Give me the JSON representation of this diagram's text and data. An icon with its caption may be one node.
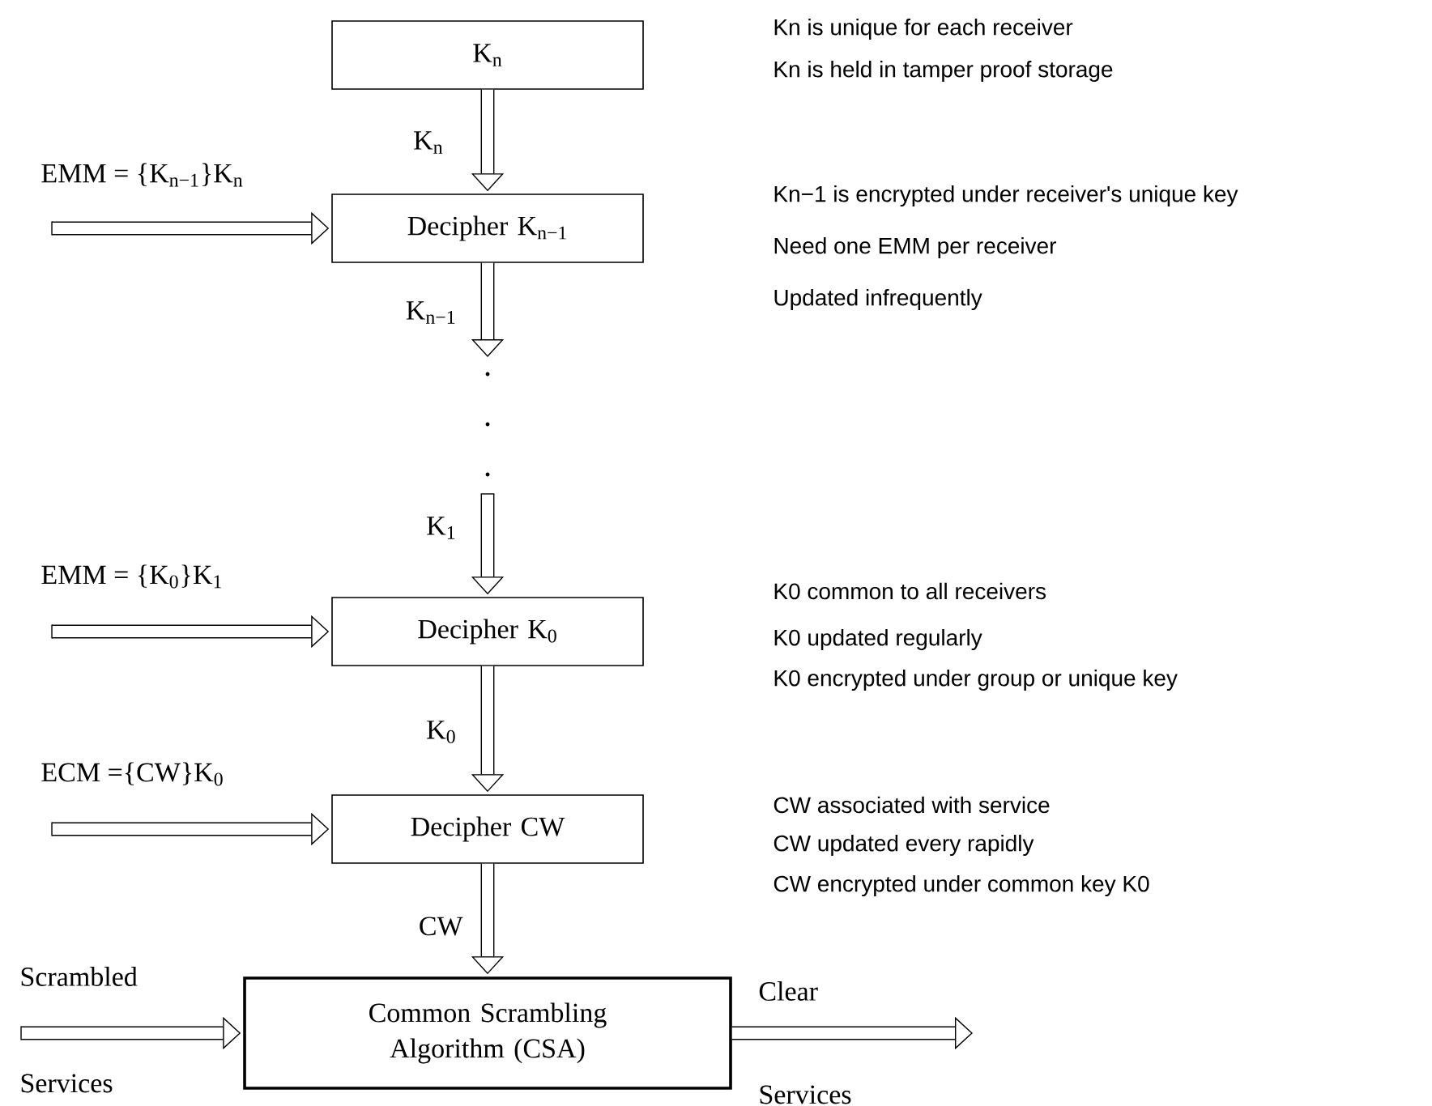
{
  "diagram": {
    "nodes": [
      {
        "text": [
          "K$_{n}$"
        ]
      },
      {
        "text": [
          "Decipher K$_{n−1}$"
        ]
      },
      {
        "text": [
          "Decipher K$_{0}$"
        ]
      },
      {
        "text": [
          "Decipher CW"
        ]
      },
      {
        "text": [
          "Common Scrambling Algorithm (CSA)"
        ]
      }
    ],
    "edges": [
      {
        "from": 0,
        "to": 1,
        "arrow": "to",
        "label": "K$_{n}$"
      },
      {
        "from": null,
        "to": 1,
        "arrow": "to",
        "label": "EMM = {K$_{n−1}$}K$_{n}$"
      },
      {
        "from": 1,
        "to": null,
        "arrow": "to",
        "label": "K$_{n−1}$"
      },
      {
        "from": null,
        "to": 2,
        "arrow": "to",
        "label": "K$_{1}$"
      },
      {
        "from": null,
        "to": 2,
        "arrow": "to",
        "label": "EMM = {K$_{0}$}K$_{1}$"
      },
      {
        "from": 2,
        "to": 3,
        "arrow": "to",
        "label": "K$_{0}$"
      },
      {
        "from": null,
        "to": 3,
        "arrow": "to",
        "label": "ECM ={CW}K$_{0}$"
      },
      {
        "from": 3,
        "to": 4,
        "arrow": "to",
        "label": "CW"
      },
      {
        "from": null,
        "to": 4,
        "arrow": "to"
      },
      {
        "from": 4,
        "to": null,
        "arrow": "to"
      }
    ],
    "labels": [
      "Kn is unique for each receiver",
      "Kn is held in tamper proof storage",
      "Kn−1 is encrypted under receiver's unique key",
      "Need one EMM per receiver",
      "Updated infrequently",
      "K0 common to all receivers",
      "K0 updated regularly",
      "K0 encrypted under group or unique key",
      "CW associated with service",
      "CW updated every rapidly",
      "CW encrypted under common key K0",
      "Scrambled",
      "Clear",
      "Services",
      "Services"
    ]
  }
}
